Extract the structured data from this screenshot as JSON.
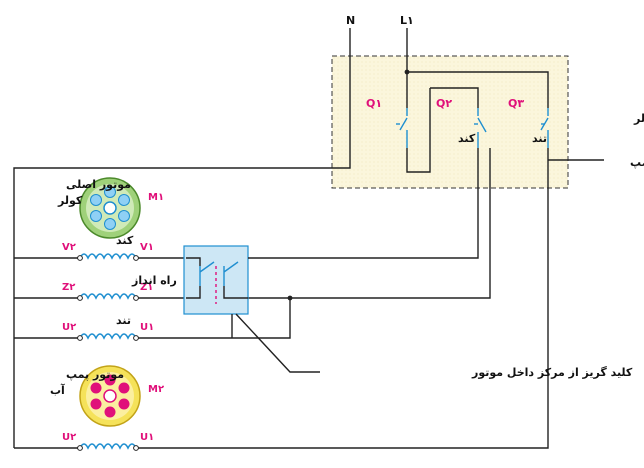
{
  "supply": {
    "neutral": "N",
    "line": "L۱"
  },
  "switch_box": {
    "label": "کلید کولر",
    "contacts": [
      {
        "name": "Q۱",
        "label": ""
      },
      {
        "name": "Q۲",
        "label": "کند"
      },
      {
        "name": "Q۳",
        "label": "تند"
      }
    ],
    "pump_label": "پمپ"
  },
  "main_motor": {
    "label_line1": "موتور اصلی",
    "label_line2": "کولر",
    "id": "M۱",
    "rows": [
      {
        "left": "V۲",
        "right": "V۱",
        "label": "کند"
      },
      {
        "left": "Z۲",
        "right": "Z۱",
        "label": "راه انداز"
      },
      {
        "left": "U۲",
        "right": "U۱",
        "label": "تند"
      }
    ],
    "color": "#1f8fd0"
  },
  "centrifugal_switch": {
    "label": "کلید گریز از مرکز داخل موتور",
    "color": "#cde7f5"
  },
  "pump_motor": {
    "label_line1": "موتور پمپ",
    "label_line2": "آب",
    "id": "M۲",
    "terminals": {
      "left": "U۲",
      "right": "U۱"
    },
    "color": "#e0107a"
  }
}
